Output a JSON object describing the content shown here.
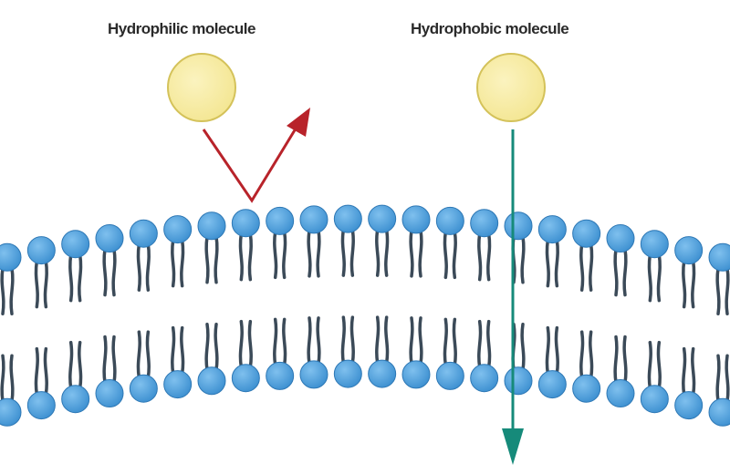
{
  "labels": {
    "hydrophilic": "Hydrophilic molecule",
    "hydrophobic": "Hydrophobic molecule"
  },
  "colors": {
    "background": "#ffffff",
    "molecule_fill": "#f3e58f",
    "molecule_stroke": "#d4c25a",
    "lipid_head": "#3c8fd0",
    "lipid_head_highlight": "#7fc0ee",
    "lipid_tail": "#3b4a58",
    "repelled_arrow": "#b8232a",
    "pass_arrow": "#168a7a",
    "label_text": "#2a2a2a"
  },
  "membrane": {
    "lipid_columns": 22,
    "layers": [
      "outer leaflet",
      "inner leaflet"
    ]
  },
  "molecules": [
    {
      "name": "hydrophilic-molecule",
      "behavior": "reflected"
    },
    {
      "name": "hydrophobic-molecule",
      "behavior": "passes-through"
    }
  ]
}
